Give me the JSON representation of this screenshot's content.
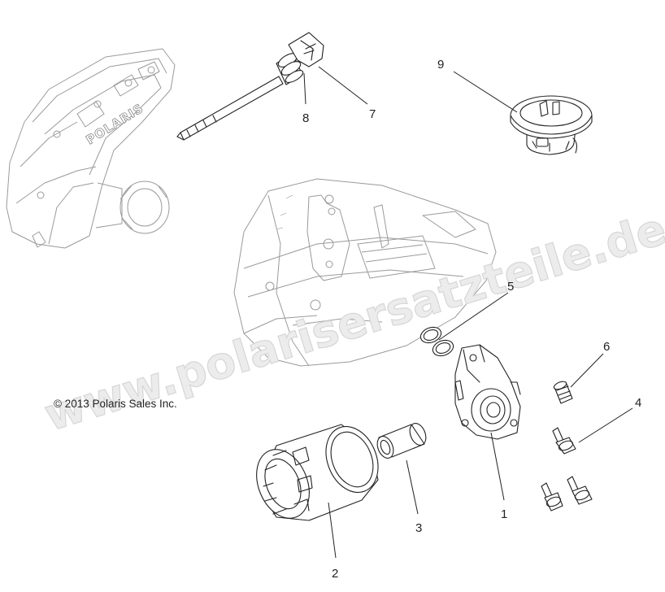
{
  "watermark": "www.polarisersatzteile.de",
  "copyright": "© 2013 Polaris Sales Inc.",
  "engine_logo": "POLARIS",
  "callouts": [
    {
      "id": "1",
      "label": "1"
    },
    {
      "id": "2",
      "label": "2"
    },
    {
      "id": "3",
      "label": "3"
    },
    {
      "id": "4",
      "label": "4"
    },
    {
      "id": "5",
      "label": "5"
    },
    {
      "id": "6",
      "label": "6"
    },
    {
      "id": "7",
      "label": "7"
    },
    {
      "id": "8",
      "label": "8"
    },
    {
      "id": "9",
      "label": "9"
    }
  ]
}
